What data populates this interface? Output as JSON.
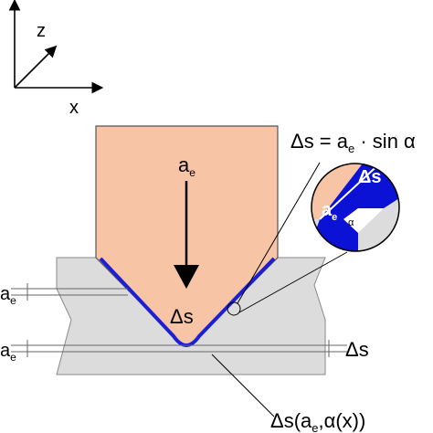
{
  "axes": {
    "z_label": "z",
    "x_label": "x"
  },
  "tool": {
    "feed_label": "a",
    "feed_sub": "e"
  },
  "workpiece": {
    "layer_top_label": "a",
    "layer_top_sub": "e",
    "layer_bottom_label": "a",
    "layer_bottom_sub": "e",
    "center_label": "Δs",
    "right_label": "Δs",
    "bottom_formula": "Δs(a",
    "bottom_formula_sub": "e",
    "bottom_formula_rest": ",α(x))"
  },
  "formula": {
    "lhs": "Δs = a",
    "sub": "e",
    "rhs": " · sin α"
  },
  "detail": {
    "ds_label": "Δs",
    "ae_label": "a",
    "ae_sub": "e",
    "alpha_label": "α"
  },
  "colors": {
    "tool_fill": "#f7c4a5",
    "workpiece_fill": "#dcdcdc",
    "cut_line": "#1c1fd4",
    "detail_blue": "#0b12d6"
  },
  "icons": [
    "down-arrow-icon",
    "axis-arrow-icon"
  ]
}
